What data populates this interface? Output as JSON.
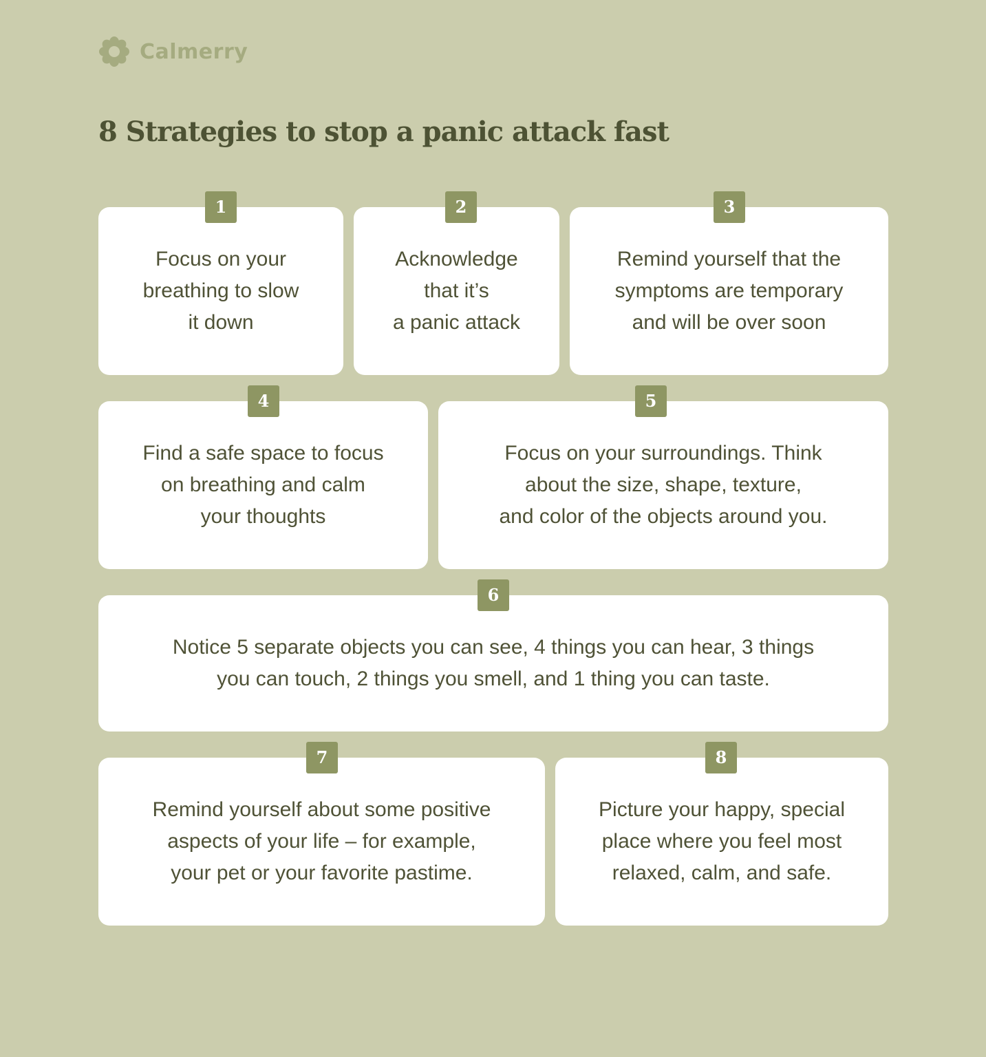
{
  "brand": {
    "name": "Calmerry",
    "logo_icon": "flower-icon",
    "logo_color": "#a5ab80"
  },
  "title": "8 Strategies to stop a panic attack fast",
  "colors": {
    "background": "#cbcdad",
    "card": "#ffffff",
    "badge": "#8e9663",
    "text": "#4f5236"
  },
  "strategies": [
    {
      "number": "1",
      "text": "Focus on your\nbreathing to slow\nit down"
    },
    {
      "number": "2",
      "text": "Acknowledge\nthat it’s\na panic attack"
    },
    {
      "number": "3",
      "text": "Remind yourself that the\nsymptoms are temporary\nand will be over soon"
    },
    {
      "number": "4",
      "text": "Find a safe space to focus\non breathing and calm\nyour thoughts"
    },
    {
      "number": "5",
      "text": "Focus on your surroundings. Think\nabout the size, shape, texture,\nand color of the objects around you."
    },
    {
      "number": "6",
      "text": "Notice 5 separate objects you can see, 4 things you can hear, 3 things\nyou can touch, 2 things you smell, and 1 thing you can taste."
    },
    {
      "number": "7",
      "text": "Remind yourself about some positive\naspects of your life – for example,\nyour pet or your favorite pastime."
    },
    {
      "number": "8",
      "text": "Picture your happy, special\nplace where you feel most\nrelaxed, calm, and safe."
    }
  ]
}
